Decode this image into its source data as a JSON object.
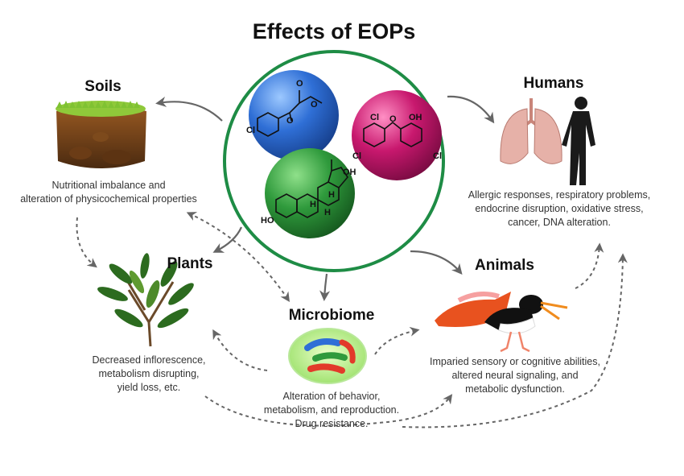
{
  "title": "Effects of EOPs",
  "center": {
    "molecules": [
      {
        "name": "clofibrate",
        "labels": [
          "Cl",
          "O",
          "O",
          "O"
        ],
        "color": "#2f6fd6"
      },
      {
        "name": "triclosan",
        "labels": [
          "Cl",
          "O",
          "OH",
          "Cl",
          "Cl"
        ],
        "color": "#c8186e"
      },
      {
        "name": "estradiol",
        "labels": [
          "OH",
          "H",
          "H",
          "H",
          "HO"
        ],
        "color": "#2f9a3c"
      }
    ],
    "ring_color": "#1e8c45"
  },
  "nodes": {
    "soils": {
      "label": "Soils",
      "desc": [
        "Nutritional imbalance and",
        "alteration of physicochemical properties"
      ]
    },
    "plants": {
      "label": "Plants",
      "desc": [
        "Decreased inflorescence,",
        "metabolism disrupting,",
        "yield loss, etc."
      ]
    },
    "microbiome": {
      "label": "Microbiome",
      "desc": [
        "Alteration of behavior,",
        "metabolism, and reproduction.",
        "Drug resistance."
      ]
    },
    "humans": {
      "label": "Humans",
      "desc": [
        "Allergic responses, respiratory problems,",
        "endocrine disruption, oxidative stress,",
        "cancer, DNA alteration."
      ]
    },
    "animals": {
      "label": "Animals",
      "desc": [
        "Imparied sensory or cognitive abilities,",
        "altered neural signaling, and",
        "metabolic dysfunction."
      ]
    }
  }
}
